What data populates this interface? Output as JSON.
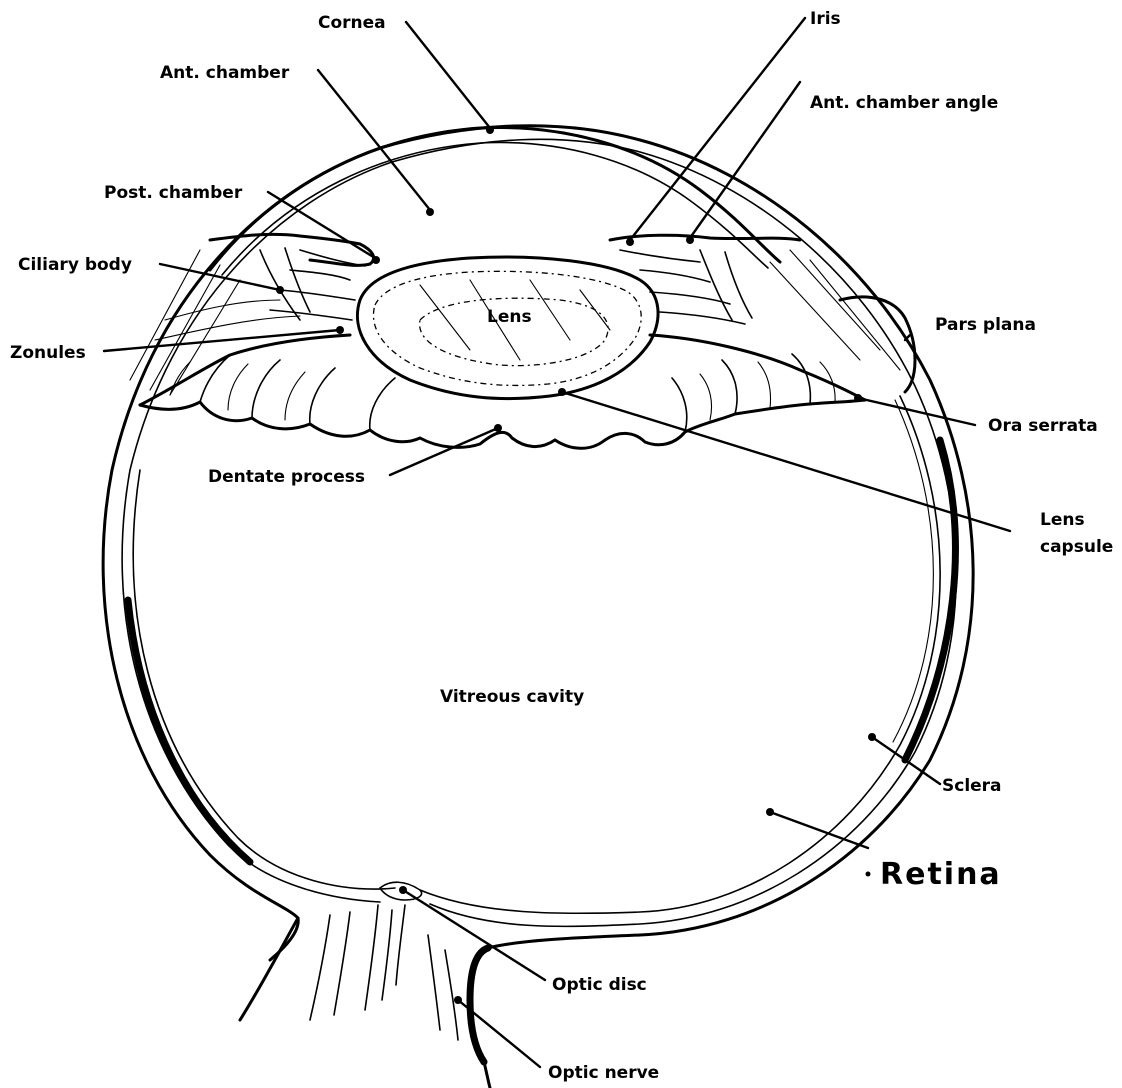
{
  "labels": {
    "cornea": "Cornea",
    "ant_chamber": "Ant. chamber",
    "post_chamber": "Post. chamber",
    "ciliary_body": "Ciliary body",
    "zonules": "Zonules",
    "lens": "Lens",
    "dentate_process": "Dentate process",
    "iris": "Iris",
    "ant_chamber_angle": "Ant. chamber angle",
    "pars_plana": "Pars plana",
    "ora_serrata": "Ora serrata",
    "lens_capsule_1": "Lens",
    "lens_capsule_2": "capsule",
    "vitreous_cavity": "Vitreous cavity",
    "sclera": "Sclera",
    "retina": "Retina",
    "optic_disc": "Optic disc",
    "optic_nerve": "Optic nerve"
  }
}
